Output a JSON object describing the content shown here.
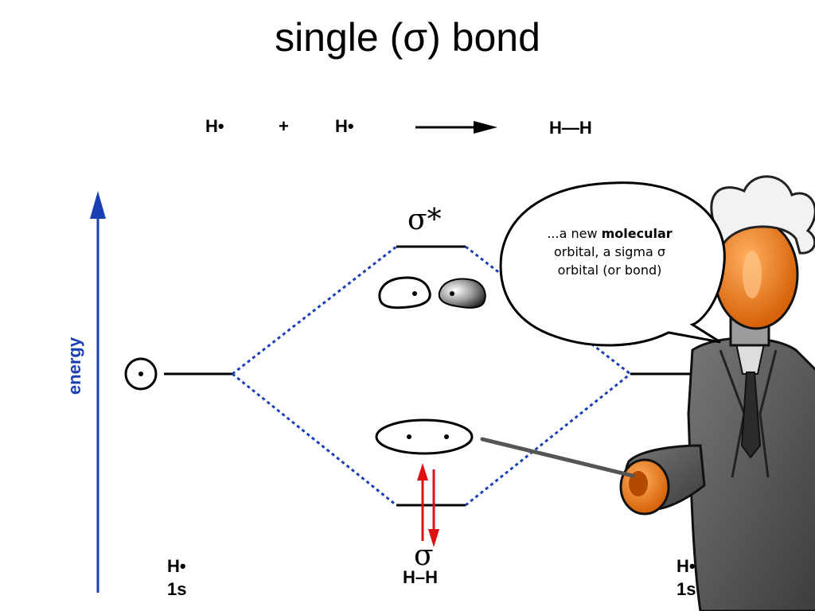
{
  "title": "single (σ) bond",
  "equation": {
    "reactant1": "H•",
    "plus": "+",
    "reactant2": "H•",
    "product": "H—H"
  },
  "axis_label": "energy",
  "orbitals": {
    "antibonding_label": "σ*",
    "bonding_label": "σ",
    "bonding_sublabel": "H–H",
    "left_atom": "H•",
    "left_orbital": "1s",
    "right_atom": "H•",
    "right_orbital": "1s"
  },
  "speech_bubble": {
    "prefix": "...a new ",
    "bold": "molecular",
    "line2": "orbital, a sigma σ",
    "line3": "orbital (or bond)"
  },
  "colors": {
    "axis": "#1a3fb5",
    "dashed_lines": "#1a3fb5",
    "electron_arrows": "#e01010",
    "character": "#e8700c",
    "suit": "#555555"
  }
}
